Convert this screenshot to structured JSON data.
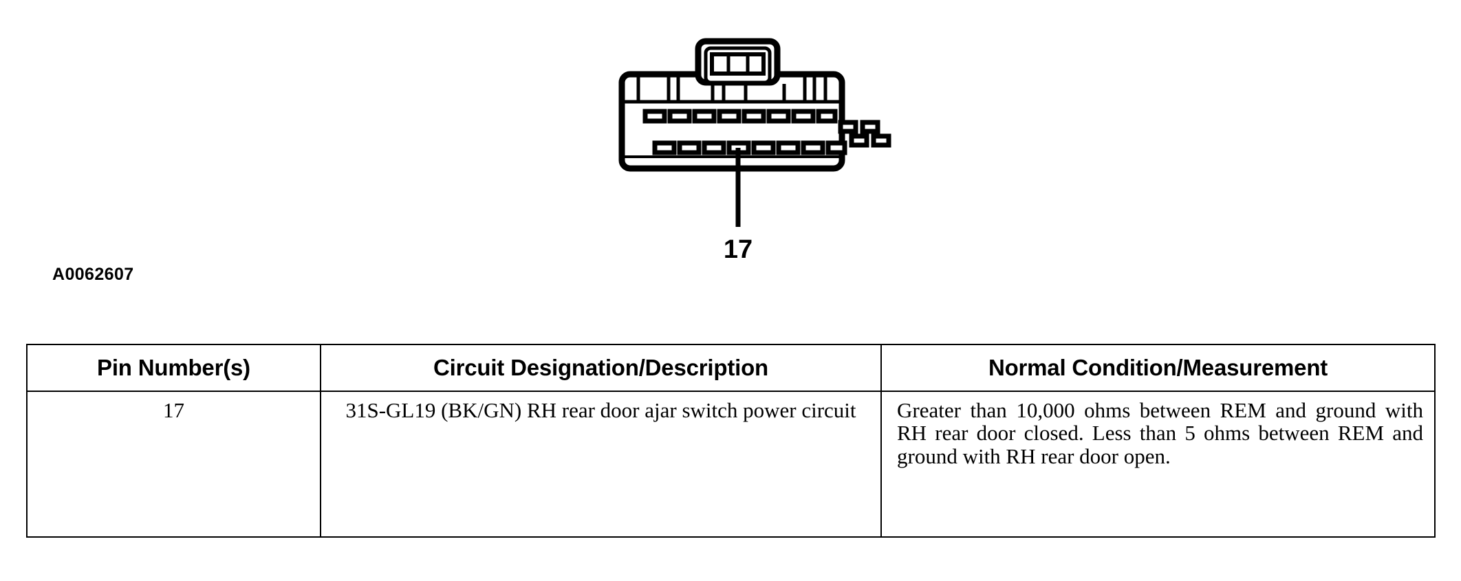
{
  "figure": {
    "reference_id": "A0062607",
    "callout_label": "17",
    "connector": {
      "name": "rem-connector-front-view",
      "top_row_large_pins": 8,
      "top_row_small_pins": 2,
      "bottom_row_large_pins": 8,
      "bottom_row_small_pins": 2,
      "latch_cells": 3,
      "outline_color": "#000000",
      "fill_color": "#ffffff"
    }
  },
  "table": {
    "headers": [
      "Pin Number(s)",
      "Circuit Designation/Description",
      "Normal Condition/Measurement"
    ],
    "rows": [
      {
        "pin": "17",
        "description": "31S-GL19 (BK/GN) RH rear door ajar switch power circuit",
        "measurement": "Greater than 10,000 ohms between REM and ground with RH rear door closed. Less than 5 ohms between REM and ground with RH rear door open."
      }
    ]
  }
}
